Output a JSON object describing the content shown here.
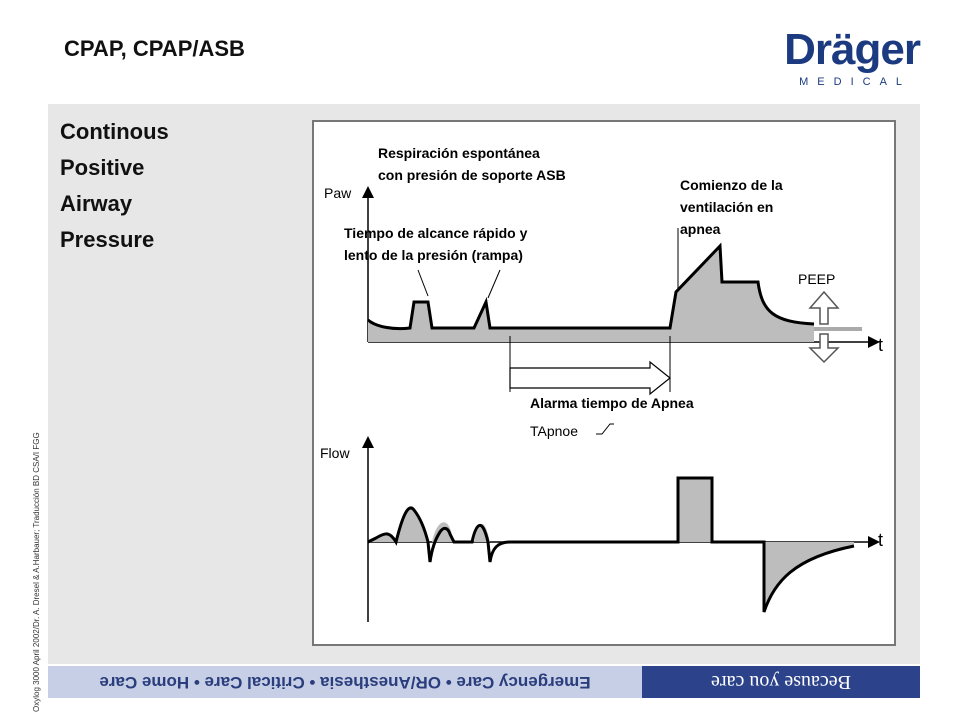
{
  "slide": {
    "title": "CPAP, CPAP/ASB",
    "side_note": "Oxylog 3000 April 2002/Dr. A. Dresel & A.Harbauer; Traducción BD CSA/I FGG"
  },
  "brand": {
    "name": "Dräger",
    "sub": "MEDICAL"
  },
  "acronym": [
    "Continous",
    "Positive",
    "Airway",
    "Pressure"
  ],
  "diagram": {
    "paw_label": "Paw",
    "flow_label": "Flow",
    "t_label_top": "t",
    "t_label_bottom": "t",
    "peep_label": "PEEP",
    "annotation_asb_line1": "Respiración espontánea",
    "annotation_asb_line2": "con presión de soporte ASB",
    "annotation_ramp_line1": "Tiempo de alcance rápido y",
    "annotation_ramp_line2": "lento de la presión (rampa)",
    "annotation_apnea_line1": "Comienzo de la",
    "annotation_apnea_line2": "ventilación en",
    "annotation_apnea_line3": "apnea",
    "alarm_label": "Alarma tiempo de Apnea",
    "tapnoe_label": "TApnoe"
  },
  "footer": {
    "left": "Emergency Care  •  OR/Anesthesia  •  Critical Care  •  Home Care",
    "right": "Because you care"
  },
  "colors": {
    "brand": "#1b3a80",
    "footer_light": "#c7cfe6",
    "footer_dark": "#2c428a",
    "fill": "#bdbdbd"
  }
}
